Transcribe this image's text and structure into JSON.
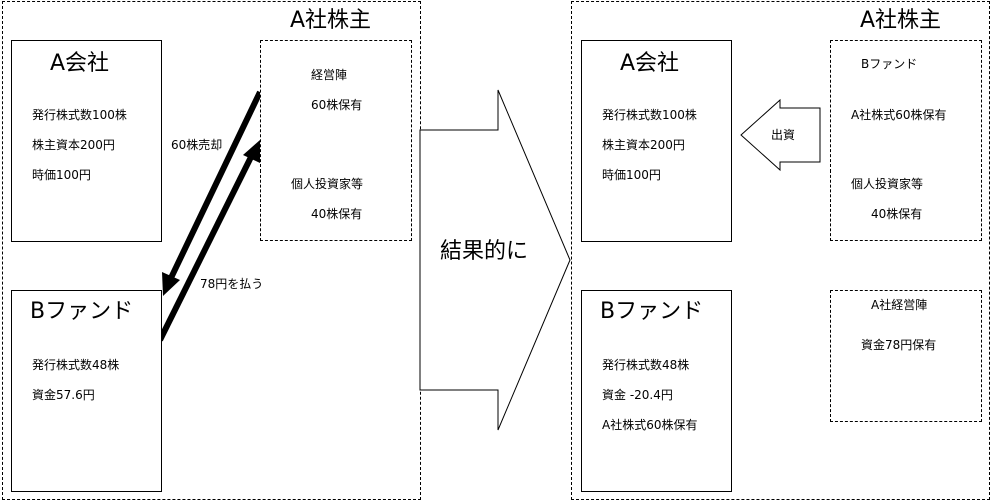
{
  "before": {
    "a_company": {
      "title": "A会社",
      "lines": [
        "発行株式数100株",
        "株主資本200円",
        "時価100円"
      ]
    },
    "shareholders": {
      "title": "A社株主",
      "management": {
        "name": "経営陣",
        "holding": "60株保有"
      },
      "individuals": {
        "name": "個人投資家等",
        "holding": "40株保有"
      }
    },
    "b_fund": {
      "title": "Bファンド",
      "lines": [
        "発行株式数48株",
        "資金57.6円"
      ]
    },
    "arrow_sell_label": "60株売却",
    "arrow_pay_label": "78円を払う"
  },
  "transition_label": "結果的に",
  "after": {
    "a_company": {
      "title": "A会社",
      "lines": [
        "発行株式数100株",
        "株主資本200円",
        "時価100円"
      ]
    },
    "shareholders": {
      "title": "A社株主",
      "b_fund": {
        "name": "Bファンド",
        "holding": "A社株式60株保有"
      },
      "individuals": {
        "name": "個人投資家等",
        "holding": "40株保有"
      }
    },
    "investment_arrow_label": "出資",
    "b_fund": {
      "title": "Bファンド",
      "lines": [
        "発行株式数48株",
        "資金 -20.4円",
        "A社株式60株保有"
      ]
    },
    "management": {
      "name": "A社経営陣",
      "holding": "資金78円保有"
    }
  }
}
